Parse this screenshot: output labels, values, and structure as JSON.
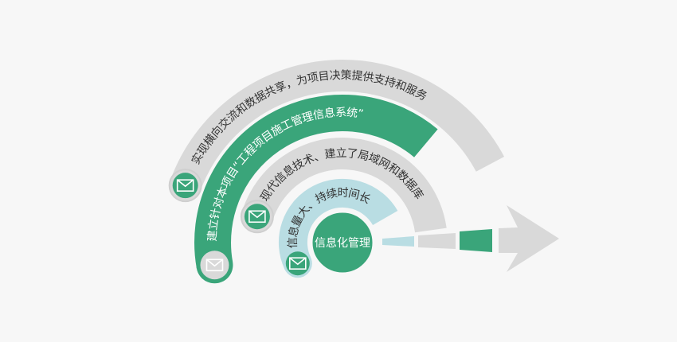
{
  "center": {
    "label": "信息化管理"
  },
  "bands": [
    {
      "text": "实现横向交流和数据共享，为项目决策提供支持和服务",
      "color": "#d9d9d9",
      "icon": "envelope-icon"
    },
    {
      "text": "建立针对本项目“工程项目施工管理信息系统”",
      "color": "#3aa57a",
      "icon": "envelope-icon"
    },
    {
      "text": "现代信息技术、建立了局域网和数据库",
      "color": "#d9d9d9",
      "icon": "envelope-icon"
    },
    {
      "text": "信息量大、持续时间长",
      "color": "#b9dde3",
      "icon": "envelope-icon"
    }
  ],
  "colors": {
    "green": "#3aa57a",
    "gray": "#d9d9d9",
    "lightblue": "#b9dde3",
    "background": "#f7f7f7"
  }
}
